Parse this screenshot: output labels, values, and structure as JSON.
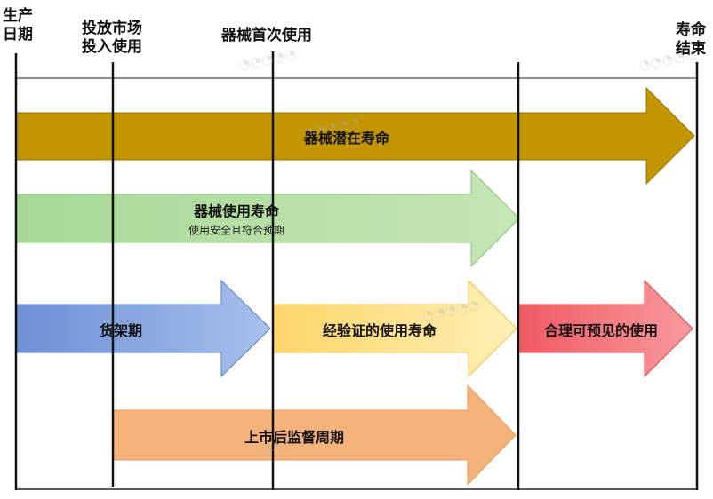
{
  "headers": {
    "production_date": [
      "生产",
      "日期"
    ],
    "market_launch": [
      "投放市场",
      "投入使用"
    ],
    "first_use": "器械首次使用",
    "end_of_life": [
      "寿命",
      "结束"
    ]
  },
  "bands": {
    "potential_life": "器械潜在寿命",
    "use_life": "器械使用寿命",
    "use_life_sub": "使用安全且符合预期",
    "shelf_period": "货架期",
    "verified_use_life": "经验证的使用寿命",
    "foreseeable_use": "合理可预见的使用",
    "post_market": "上市后监督周期"
  },
  "colors": {
    "potential_life": "#c39500",
    "use_life": "#b3dca0",
    "shelf_period": "#8eaadf",
    "verified_use_life": "#fde082",
    "foreseeable_use": "#f4767c",
    "post_market": "#f5b27a"
  }
}
